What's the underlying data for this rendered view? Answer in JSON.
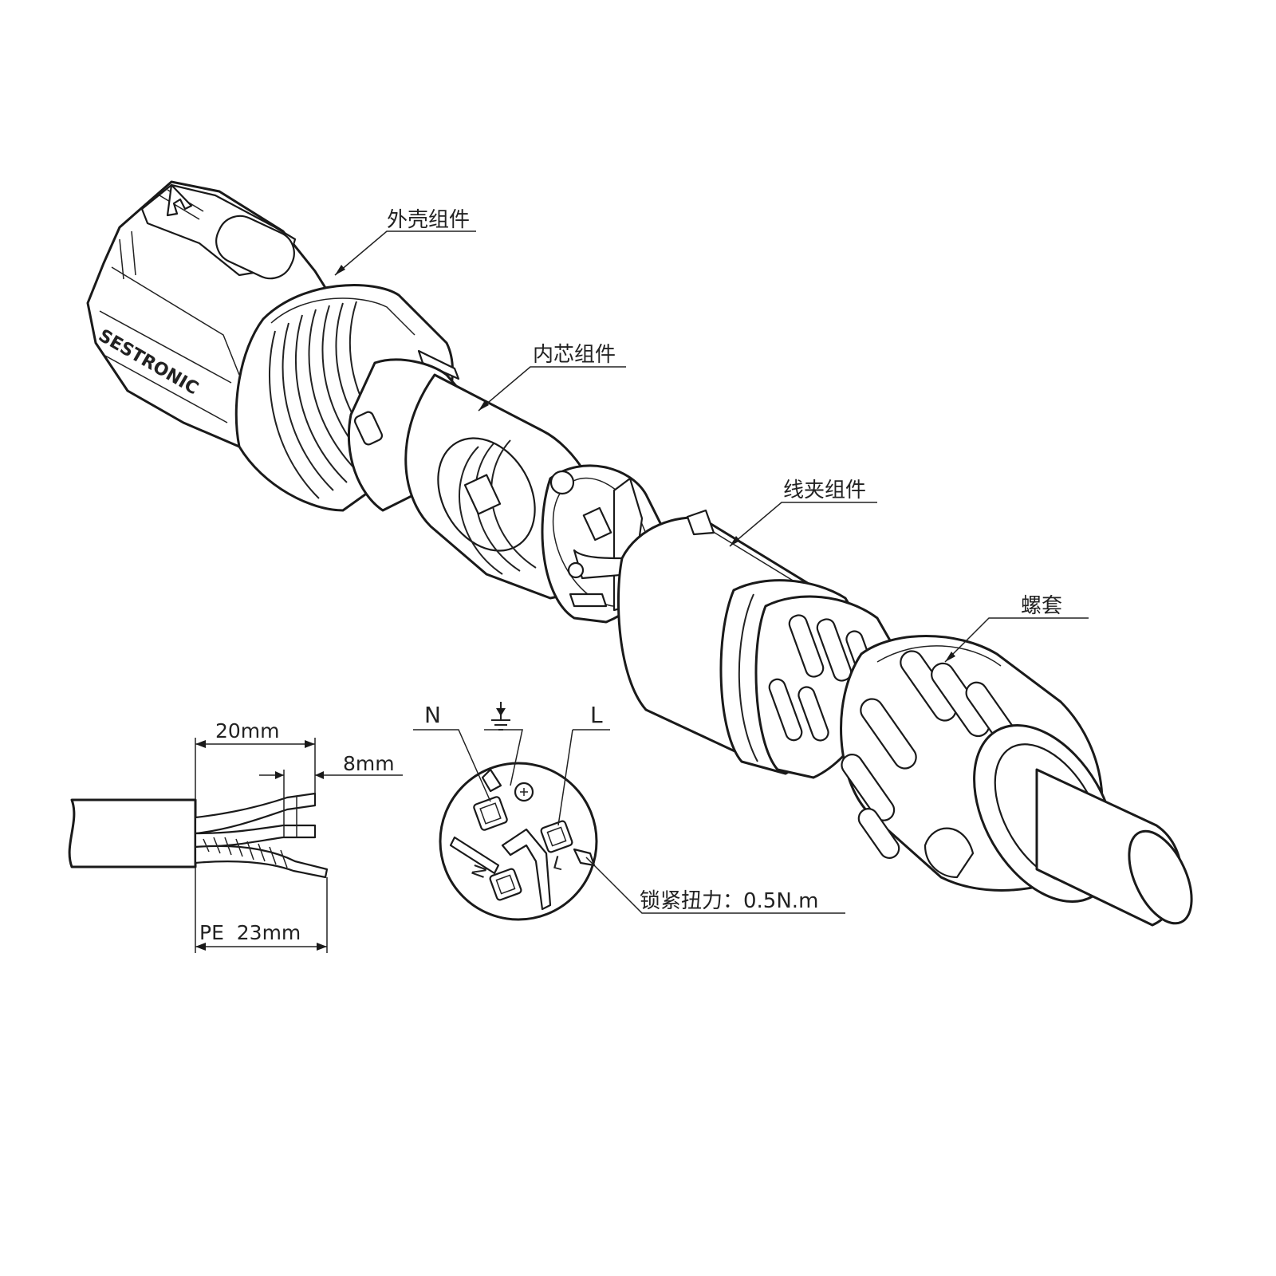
{
  "parts": {
    "housing": "外壳组件",
    "core": "内芯组件",
    "clamp": "线夹组件",
    "nut": "螺套"
  },
  "brand": "SESTRONIC",
  "strip": {
    "total": "20mm",
    "conductor": "8mm",
    "pe": "PE  23mm"
  },
  "pins": {
    "neutral": "N",
    "live": "L",
    "ground_icon": "ground-icon"
  },
  "torque": "锁紧扭力：0.5N.m",
  "colors": {
    "line": "#1a1a1a",
    "background": "#ffffff"
  }
}
